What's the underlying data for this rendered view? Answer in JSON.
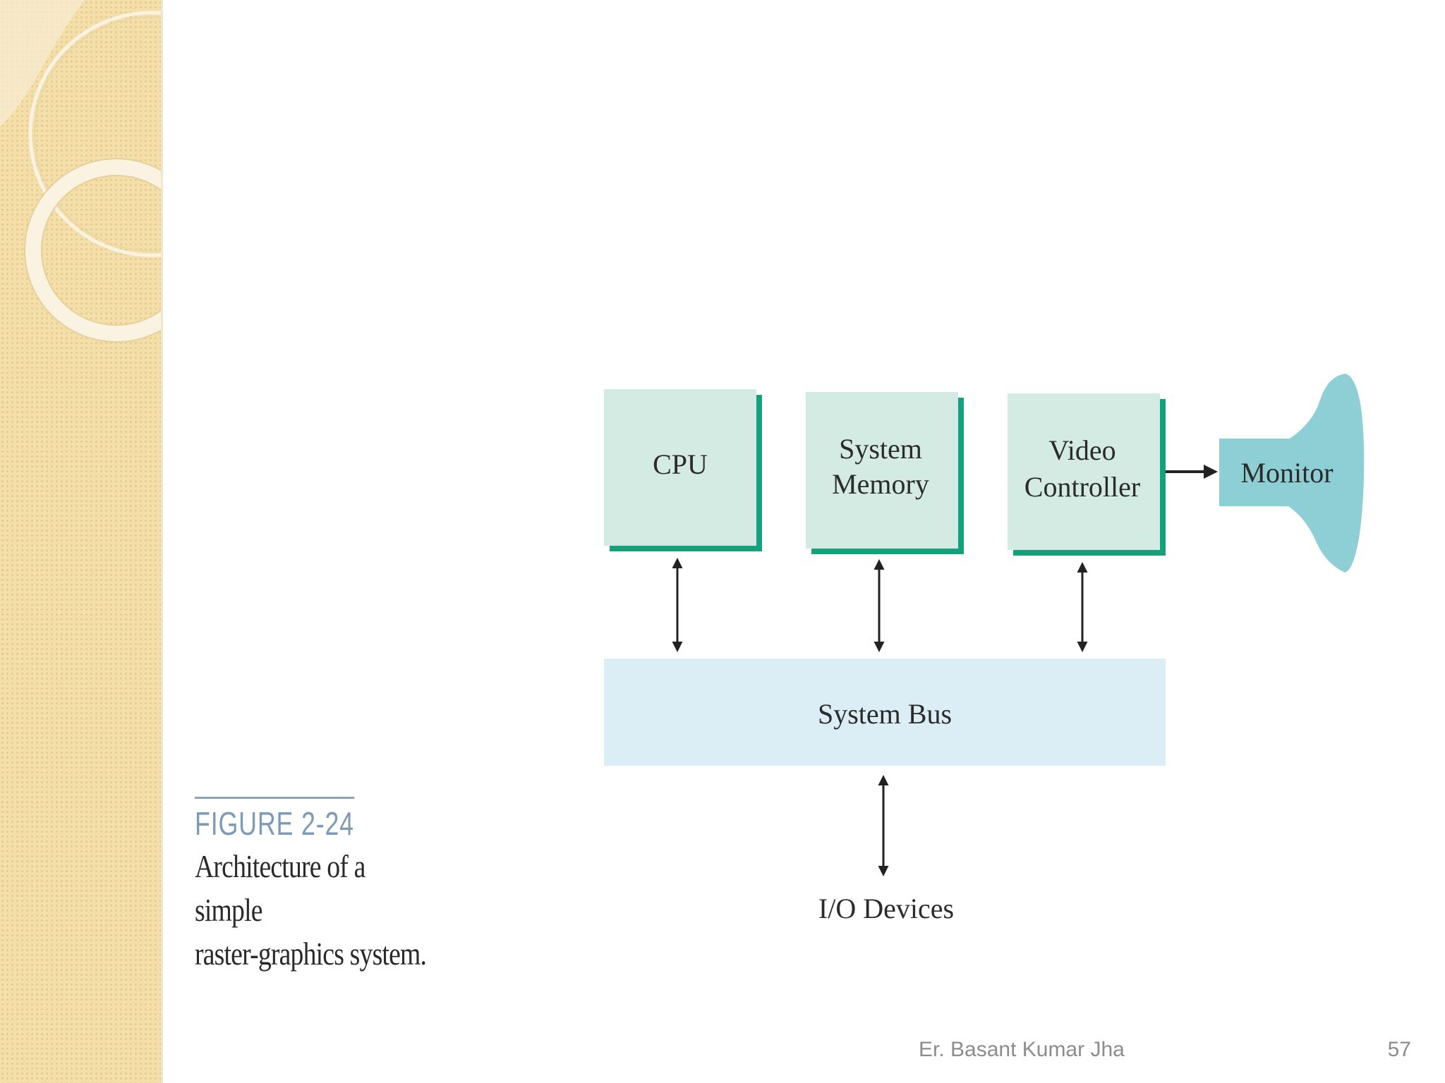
{
  "diagram": {
    "nodes": {
      "cpu": "CPU",
      "memory_line1": "System",
      "memory_line2": "Memory",
      "video_line1": "Video",
      "video_line2": "Controller",
      "monitor": "Monitor",
      "bus": "System Bus",
      "io": "I/O Devices"
    },
    "edges": [
      {
        "from": "cpu",
        "to": "bus",
        "type": "bidirectional"
      },
      {
        "from": "memory",
        "to": "bus",
        "type": "bidirectional"
      },
      {
        "from": "video",
        "to": "bus",
        "type": "bidirectional"
      },
      {
        "from": "bus",
        "to": "io",
        "type": "bidirectional"
      },
      {
        "from": "video",
        "to": "monitor",
        "type": "directed"
      }
    ]
  },
  "figure": {
    "label": "FIGURE 2-24",
    "caption_line1": "Architecture of a simple",
    "caption_line2": "raster-graphics system."
  },
  "footer": {
    "author": "Er. Basant Kumar Jha",
    "page_number": "57"
  },
  "colors": {
    "box_fill": "#d3ebe3",
    "box_shadow": "#16a07c",
    "monitor_fill": "#8ecfd6",
    "bus_fill": "#dbeef5",
    "band": "#f4dfaa"
  }
}
